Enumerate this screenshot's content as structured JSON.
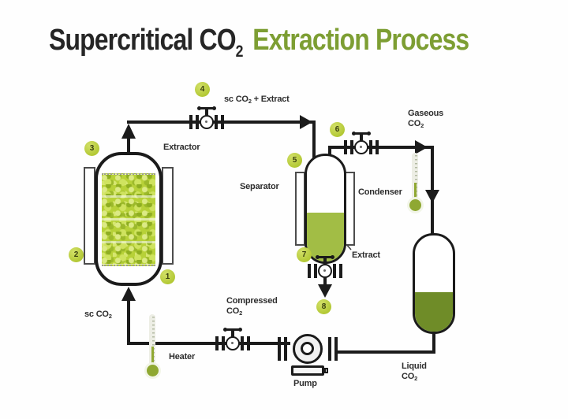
{
  "title": {
    "part1": "Supercritical CO",
    "sub": "2",
    "part2": "Extraction Process"
  },
  "equipment": {
    "extractor": "Extractor",
    "separator": "Separator",
    "condenser": "Condenser",
    "heater": "Heater",
    "pump": "Pump",
    "extract_callout": "Extract"
  },
  "streams": {
    "sc_co2_extract": {
      "p1": "sc CO",
      "sub": "2",
      "p2": " + Extract"
    },
    "gaseous_co2": {
      "line1": "Gaseous",
      "line2": "CO",
      "sub": "2"
    },
    "compressed_co2": {
      "line1": "Compressed",
      "line2": "CO",
      "sub": "2"
    },
    "sc_co2": {
      "p1": "sc CO",
      "sub": "2"
    },
    "liquid_co2": {
      "line1": "Liquid",
      "line2": "CO",
      "sub": "2"
    }
  },
  "badges": [
    "1",
    "2",
    "3",
    "4",
    "5",
    "6",
    "7",
    "8"
  ],
  "colors": {
    "title_black": "#262626",
    "title_green": "#7d9e33",
    "badge_green": "#b9cc3e",
    "plant_material_green": "#b7d138",
    "separator_liquid_green": "#a2bd45",
    "liquid_co2_green": "#6f8c28",
    "pipe_black": "#1b1b1b",
    "thermometer_green": "#8fa832"
  }
}
